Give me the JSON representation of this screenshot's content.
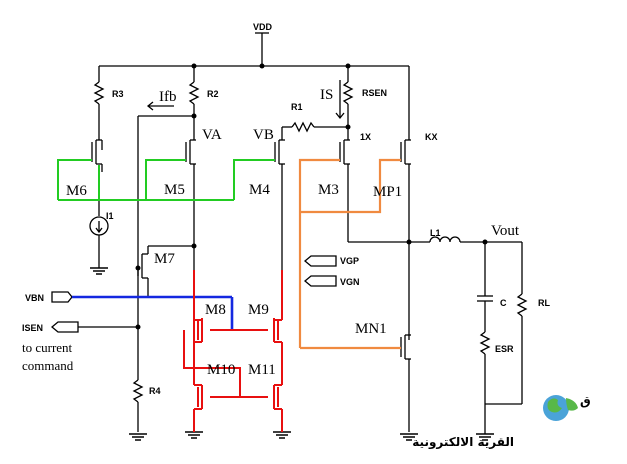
{
  "labels": {
    "vdd": "VDD",
    "r3": "R3",
    "ifb": "Ifb",
    "r2": "R2",
    "is": "IS",
    "rsen": "RSEN",
    "r1": "R1",
    "va": "VA",
    "vb": "VB",
    "x1": "1X",
    "kx": "KX",
    "m6": "M6",
    "m5": "M5",
    "m4": "M4",
    "m3": "M3",
    "mp1": "MP1",
    "i1": "I1",
    "m7": "M7",
    "l1": "L1",
    "vout": "Vout",
    "vgp": "VGP",
    "vgn": "VGN",
    "vbn": "VBN",
    "m8": "M8",
    "m9": "M9",
    "c": "C",
    "rl": "RL",
    "isen": "ISEN",
    "to_current": "to current",
    "command": "command",
    "mn1": "MN1",
    "esr": "ESR",
    "m10": "M10",
    "m11": "M11",
    "r4": "R4",
    "logo_text": "القرية الالكترونية"
  },
  "colors": {
    "wire": "#000000",
    "green": "#22cc22",
    "orange": "#f08a40",
    "blue": "#1428e0",
    "red": "#e81010"
  }
}
